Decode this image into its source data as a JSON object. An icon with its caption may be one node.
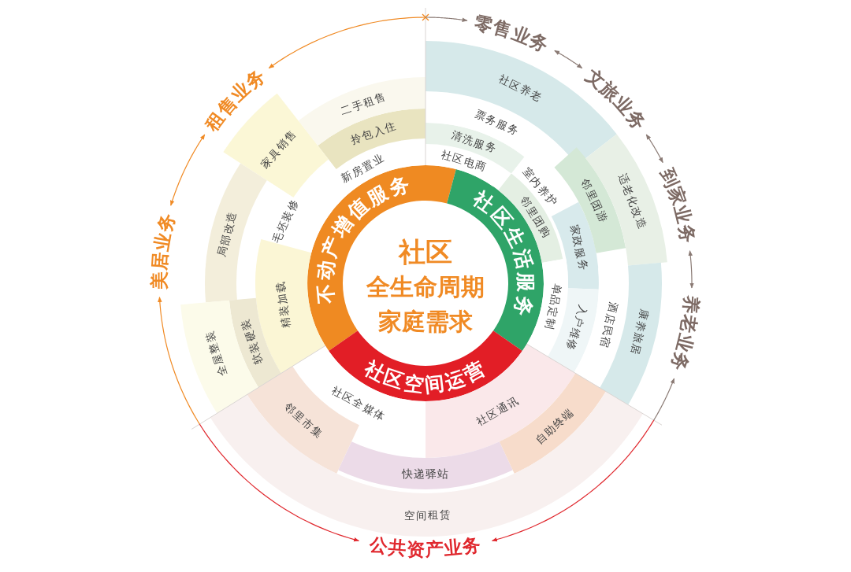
{
  "diagram": {
    "nodes": [
      {
        "text": [
          "社区",
          "全生命周期",
          "家庭需求"
        ]
      },
      {
        "text": [
          "不动产增值服务"
        ]
      },
      {
        "text": [
          "社区生活服务"
        ]
      },
      {
        "text": [
          "社区空间运营"
        ]
      },
      {
        "text": [
          "新房置业"
        ]
      },
      {
        "text": [
          "拎包入住"
        ]
      },
      {
        "text": [
          "二手租售"
        ]
      },
      {
        "text": [
          "家具销售"
        ]
      },
      {
        "text": [
          "毛坯装修"
        ]
      },
      {
        "text": [
          "局部改造"
        ]
      },
      {
        "text": [
          "精装加载"
        ]
      },
      {
        "text": [
          "软装硬装"
        ]
      },
      {
        "text": [
          "全屋整装"
        ]
      },
      {
        "text": [
          "社区电商"
        ]
      },
      {
        "text": [
          "清洗服务"
        ]
      },
      {
        "text": [
          "票务服务"
        ]
      },
      {
        "text": [
          "社区养老"
        ]
      },
      {
        "text": [
          "室内养护"
        ]
      },
      {
        "text": [
          "邻里团购"
        ]
      },
      {
        "text": [
          "家政服务"
        ]
      },
      {
        "text": [
          "邻里团游"
        ]
      },
      {
        "text": [
          "适老化改造"
        ]
      },
      {
        "text": [
          "单品定制"
        ]
      },
      {
        "text": [
          "入户维修"
        ]
      },
      {
        "text": [
          "酒店民宿"
        ]
      },
      {
        "text": [
          "康养旅居"
        ]
      },
      {
        "text": [
          "社区全媒体"
        ]
      },
      {
        "text": [
          "社区通讯"
        ]
      },
      {
        "text": [
          "邻里市集"
        ]
      },
      {
        "text": [
          "快递驿站"
        ]
      },
      {
        "text": [
          "自助终端"
        ]
      },
      {
        "text": [
          "空间租赁"
        ]
      },
      {
        "text": [
          "零售业务"
        ]
      },
      {
        "text": [
          "文旅业务"
        ]
      },
      {
        "text": [
          "到家业务"
        ]
      },
      {
        "text": [
          "养老业务"
        ]
      },
      {
        "text": [
          "公共资产业务"
        ]
      },
      {
        "text": [
          "美居业务"
        ]
      },
      {
        "text": [
          "租售业务"
        ]
      }
    ],
    "edges": [
      {
        "from": 32,
        "to": 33,
        "arrow": "both"
      },
      {
        "from": 33,
        "to": 34,
        "arrow": "both"
      },
      {
        "from": 34,
        "to": 35,
        "arrow": "both"
      },
      {
        "from": null,
        "to": 32,
        "arrow": "to"
      },
      {
        "from": null,
        "to": 35,
        "arrow": "to"
      },
      {
        "from": null,
        "to": 36,
        "arrow": "to",
        "color": "#e0282e"
      },
      {
        "from": null,
        "to": 36,
        "arrow": "to",
        "color": "#e0282e"
      },
      {
        "from": null,
        "to": 37,
        "arrow": "to",
        "color": "#f08a24"
      },
      {
        "from": 37,
        "to": 38,
        "arrow": "both",
        "color": "#f08a24"
      },
      {
        "from": null,
        "to": 38,
        "arrow": "to",
        "color": "#f08a24"
      }
    ]
  }
}
